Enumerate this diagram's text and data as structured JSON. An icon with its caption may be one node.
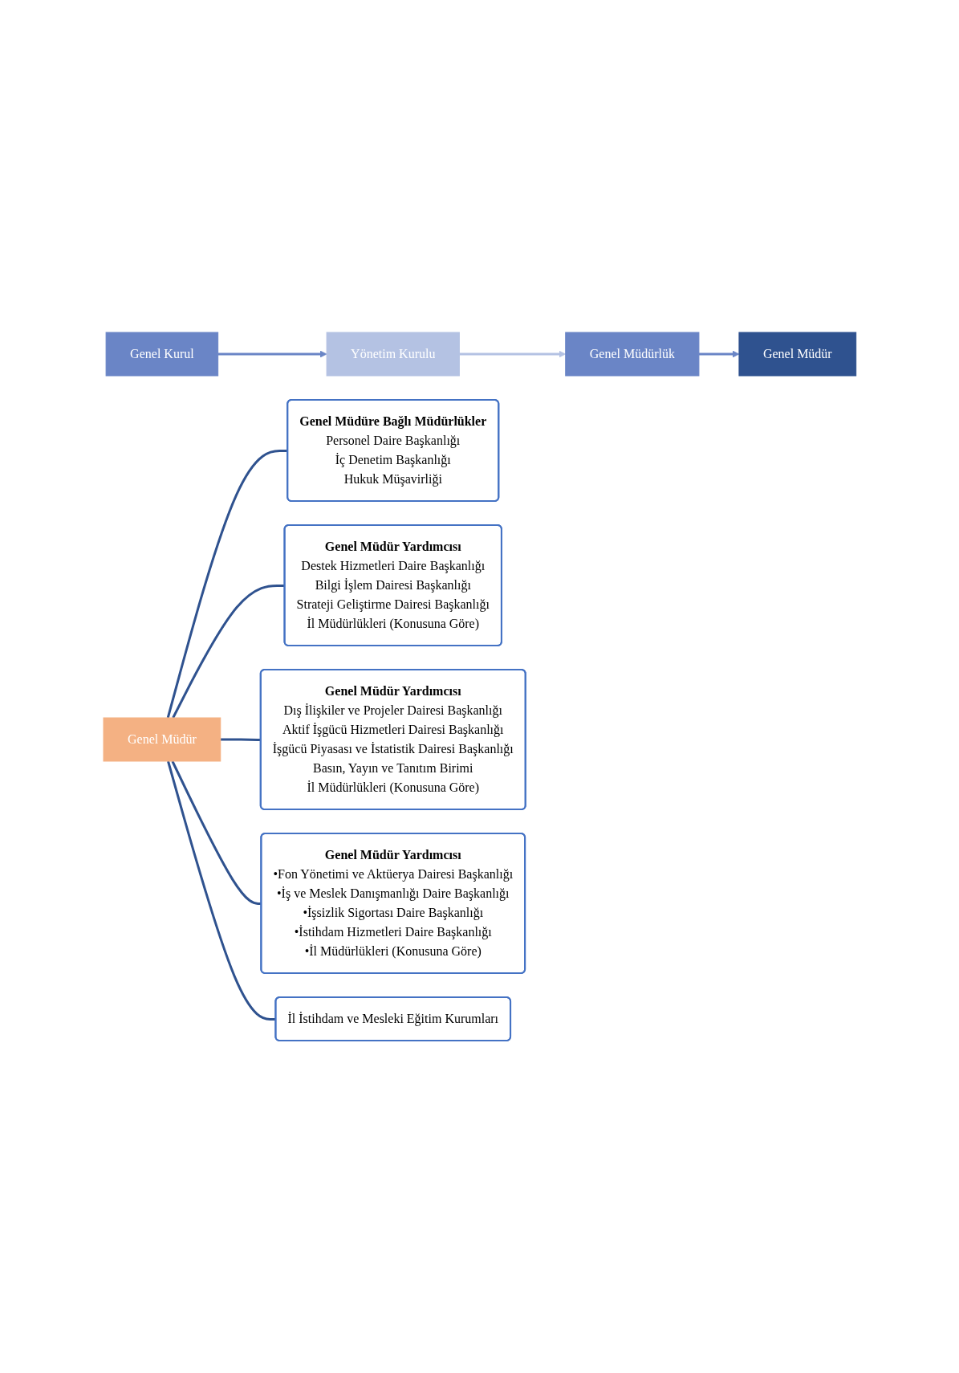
{
  "diagram": {
    "nodes": [
      {
        "text": [
          "Genel Kurul"
        ]
      },
      {
        "text": [
          "Yönetim Kurulu"
        ]
      },
      {
        "text": [
          "Genel Müdürlük"
        ]
      },
      {
        "text": [
          "Genel Müdür"
        ]
      },
      {
        "text": [
          "Genel Müdür"
        ]
      },
      {
        "text": [
          "Genel Müdüre Bağlı Müdürlükler",
          "Personel Daire Başkanlığı",
          "İç Denetim Başkanlığı",
          "Hukuk Müşavirliği"
        ]
      },
      {
        "text": [
          "Genel Müdür Yardımcısı",
          "Destek Hizmetleri Daire Başkanlığı",
          "Bilgi İşlem Dairesi Başkanlığı",
          "Strateji Geliştirme Dairesi Başkanlığı",
          "İl Müdürlükleri (Konusuna Göre)"
        ]
      },
      {
        "text": [
          "Genel Müdür Yardımcısı",
          "Dış İlişkiler ve Projeler Dairesi Başkanlığı",
          "Aktif İşgücü Hizmetleri Dairesi Başkanlığı",
          "İşgücü Piyasası ve İstatistik Dairesi Başkanlığı",
          "Basın, Yayın ve Tanıtım Birimi",
          "İl Müdürlükleri (Konusuna Göre)"
        ]
      },
      {
        "text": [
          "Genel Müdür Yardımcısı",
          "•Fon Yönetimi ve Aktüerya Dairesi Başkanlığı",
          "•İş ve Meslek Danışmanlığı Daire Başkanlığı",
          "•İşsizlik Sigortası Daire Başkanlığı",
          "•İstihdam Hizmetleri Daire Başkanlığı",
          "•İl Müdürlükleri (Konusuna Göre)"
        ]
      },
      {
        "text": [
          "İl İstihdam ve Mesleki Eğitim Kurumları"
        ]
      }
    ],
    "edges": [
      {
        "from": 0,
        "to": 1,
        "arrow": "to",
        "color": "#6a85c6"
      },
      {
        "from": 1,
        "to": 2,
        "arrow": "to",
        "color": "#b4c2e3"
      },
      {
        "from": 2,
        "to": 3,
        "arrow": "to",
        "color": "#6a85c6"
      },
      {
        "from": 4,
        "to": 5,
        "arrow": "none"
      },
      {
        "from": 4,
        "to": 6,
        "arrow": "none"
      },
      {
        "from": 4,
        "to": 7,
        "arrow": "none"
      },
      {
        "from": 4,
        "to": 8,
        "arrow": "none"
      },
      {
        "from": 4,
        "to": 9,
        "arrow": "none"
      }
    ]
  }
}
